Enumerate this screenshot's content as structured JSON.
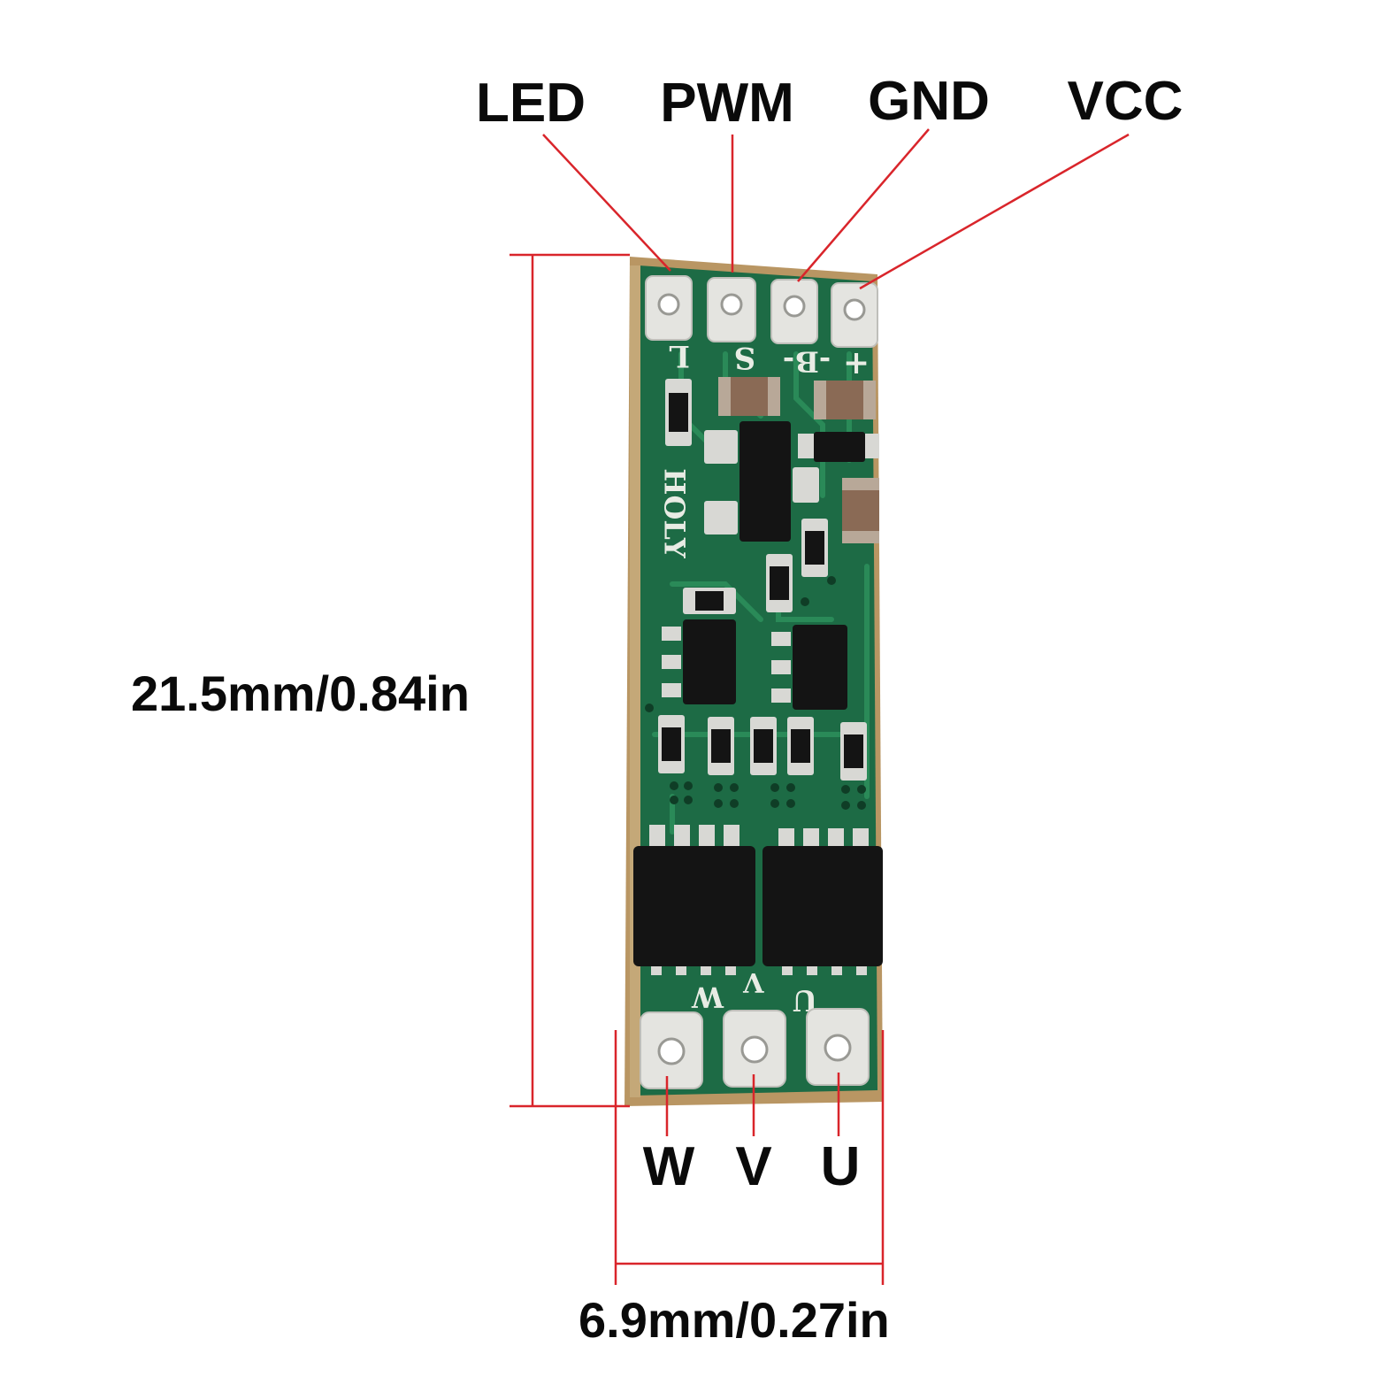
{
  "labels": {
    "top_pins": [
      "LED",
      "PWM",
      "GND",
      "VCC"
    ],
    "bottom_pins": [
      "W",
      "V",
      "U"
    ],
    "height_dimension": "21.5mm/0.84in",
    "width_dimension": "6.9mm/0.27in"
  },
  "silkscreen": {
    "pad_marks_top": [
      "L",
      "S",
      "-B-",
      "+"
    ],
    "pad_marks_bottom": [
      "W",
      "V",
      "U"
    ],
    "brand": "HOLY"
  },
  "colors": {
    "pcb_green": "#1d6b45",
    "pcb_edge": "#b99663",
    "pad_silver": "#e4e4e0",
    "leader_red": "#d9252b",
    "ic_black": "#141414",
    "capacitor_brown": "#8a6a55"
  }
}
